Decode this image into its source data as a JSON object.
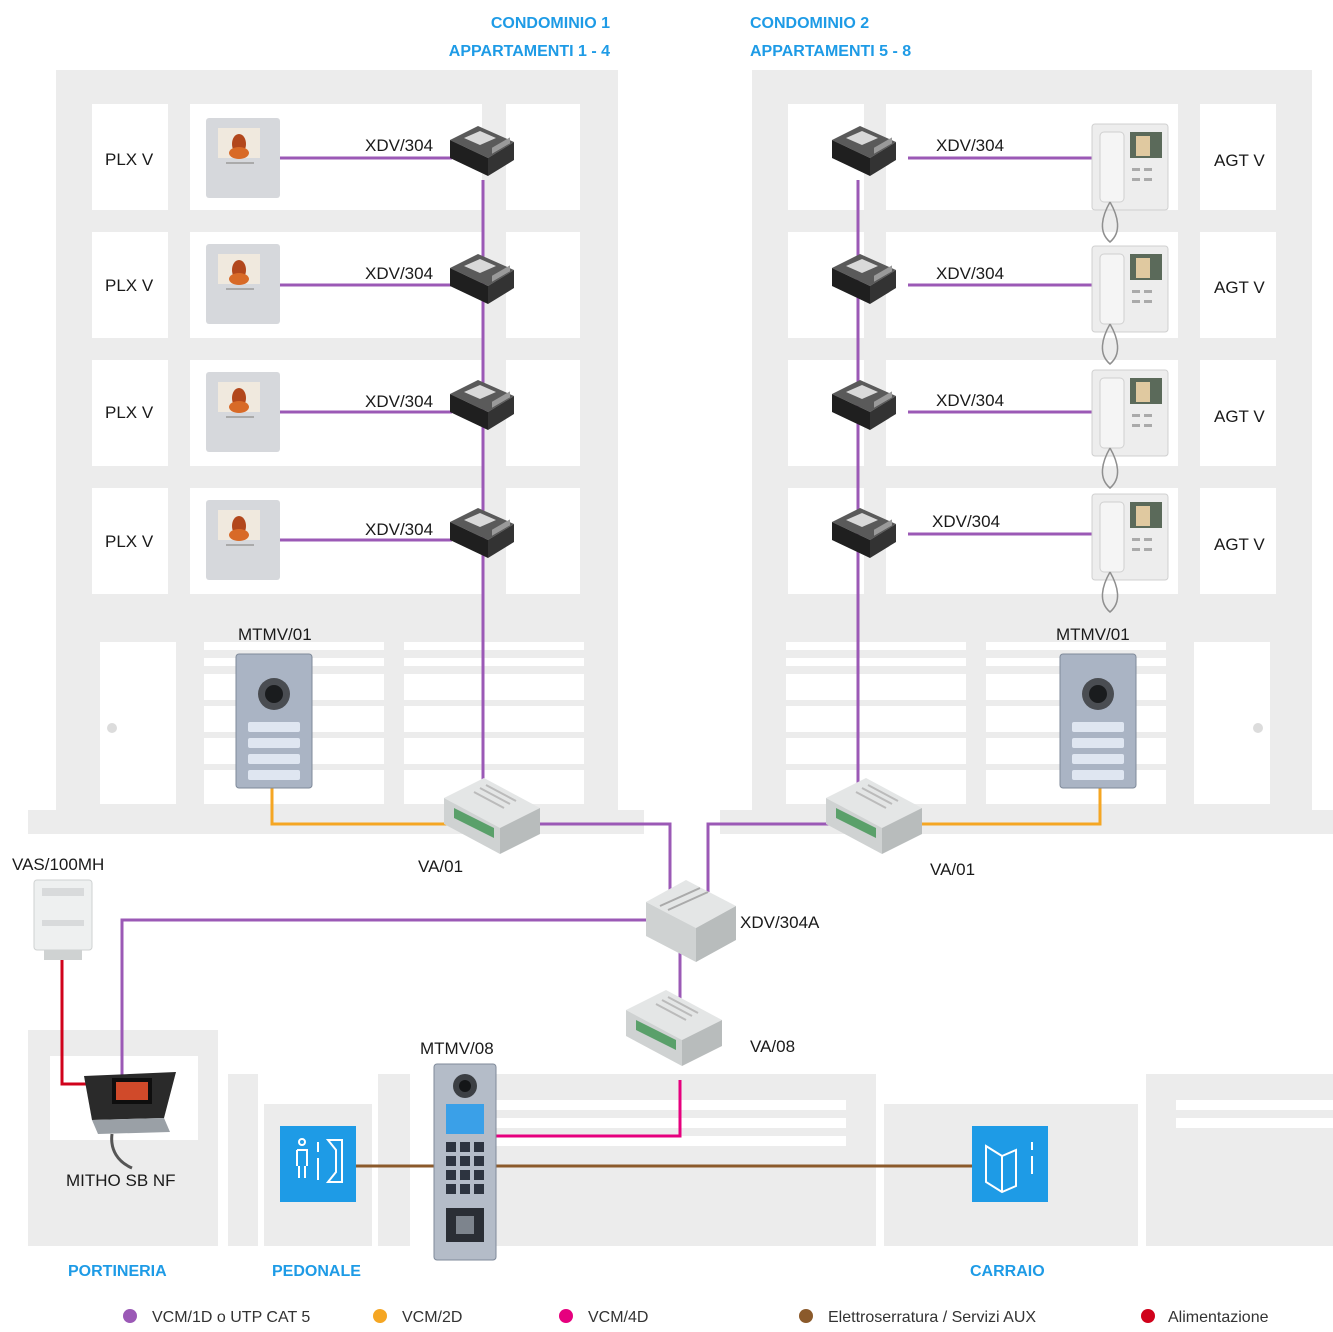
{
  "headers": {
    "condo1_title": "CONDOMINIO 1",
    "condo1_sub": "APPARTAMENTI 1 - 4",
    "condo2_title": "CONDOMINIO 2",
    "condo2_sub": "APPARTAMENTI 5 - 8"
  },
  "building1": {
    "monitor_labels": [
      "PLX V",
      "PLX V",
      "PLX V",
      "PLX V"
    ],
    "distributor_labels": [
      "XDV/304",
      "XDV/304",
      "XDV/304",
      "XDV/304"
    ],
    "panel_label": "MTMV/01",
    "amplifier_label": "VA/01"
  },
  "building2": {
    "monitor_labels": [
      "AGT V",
      "AGT V",
      "AGT V",
      "AGT V"
    ],
    "distributor_labels": [
      "XDV/304",
      "XDV/304",
      "XDV/304",
      "XDV/304"
    ],
    "panel_label": "MTMV/01",
    "amplifier_label": "VA/01"
  },
  "central": {
    "distributor_label": "XDV/304A",
    "amplifier_label": "VA/08",
    "power_label": "VAS/100MH",
    "panel_label": "MTMV/08",
    "console_label": "MITHO SB NF"
  },
  "zones": {
    "portineria": "PORTINERIA",
    "pedonale": "PEDONALE",
    "carraio": "CARRAIO"
  },
  "legend": [
    {
      "label": "VCM/1D o UTP CAT 5",
      "color": "#9b59b6"
    },
    {
      "label": "VCM/2D",
      "color": "#f5a623"
    },
    {
      "label": "VCM/4D",
      "color": "#e6007e"
    },
    {
      "label": "Elettroserratura / Servizi AUX",
      "color": "#8b5a2b"
    },
    {
      "label": "Alimentazione",
      "color": "#d0021b"
    }
  ],
  "colors": {
    "accent": "#1e9be6",
    "video_bus": "#9b59b6",
    "audio": "#f5a623",
    "vcm4d": "#e6007e",
    "lock": "#8b5a2b",
    "power": "#d0021b",
    "wall": "#ececec"
  }
}
